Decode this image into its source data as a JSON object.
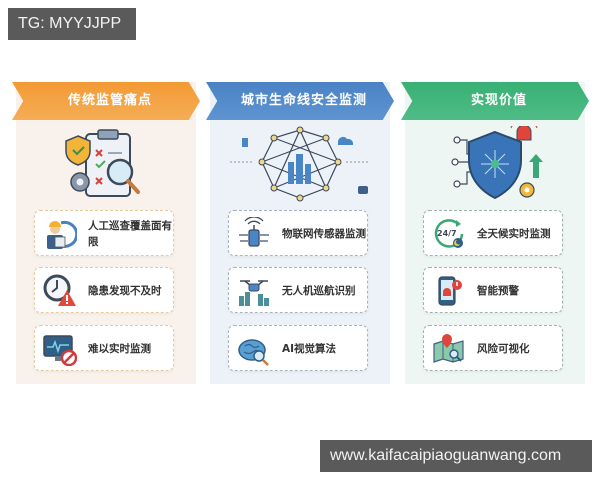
{
  "watermarks": {
    "top": "TG: MYYJJPP",
    "bottom": "www.kaifacaipiaoguanwang.com"
  },
  "colors": {
    "orange": "#F39A34",
    "blue": "#4A82C4",
    "green": "#38B074"
  },
  "panels": [
    {
      "title": "传统监管痛点",
      "hero_icon": "clipboard-shield-magnifier-gear-icon",
      "items": [
        {
          "label": "人工巡查覆盖面有限",
          "icon": "inspector-worker-icon"
        },
        {
          "label": "隐患发现不及时",
          "icon": "clock-warning-icon"
        },
        {
          "label": "难以实时监测",
          "icon": "monitor-forbidden-icon"
        }
      ]
    },
    {
      "title": "城市生命线安全监测",
      "hero_icon": "city-network-icon",
      "items": [
        {
          "label": "物联网传感器监测",
          "icon": "iot-sensor-icon"
        },
        {
          "label": "无人机巡航识别",
          "icon": "drone-icon"
        },
        {
          "label": "AI视觉算法",
          "icon": "ai-brain-icon"
        }
      ]
    },
    {
      "title": "实现价值",
      "hero_icon": "shield-alarm-icon",
      "items": [
        {
          "label": "全天候实时监测",
          "icon": "clock-24-7-icon"
        },
        {
          "label": "智能预警",
          "icon": "phone-alert-icon"
        },
        {
          "label": "风险可视化",
          "icon": "map-pin-icon"
        }
      ]
    }
  ]
}
